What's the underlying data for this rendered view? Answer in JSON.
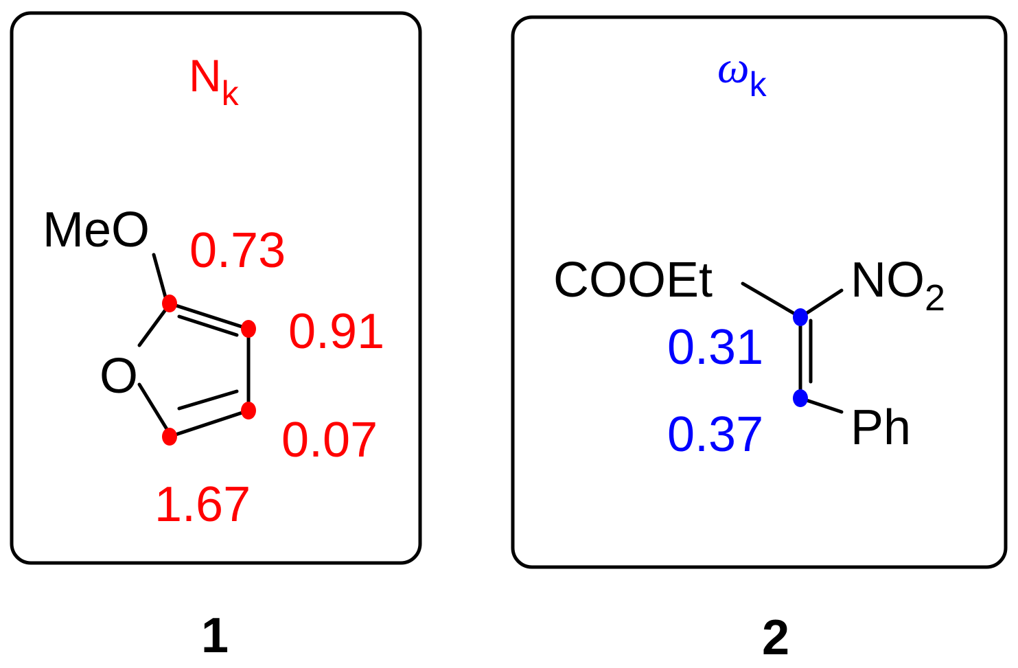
{
  "colors": {
    "nucleophile": "#ff0000",
    "electrophile": "#0000ff",
    "structure": "#000000"
  },
  "panel1": {
    "index_symbol": "N",
    "index_subscript": "k",
    "substituent": "MeO",
    "ring_oxygen": "O",
    "values": {
      "c2": "0.73",
      "c3": "0.91",
      "c4": "0.07",
      "c5": "1.67"
    },
    "compound_number": "1"
  },
  "panel2": {
    "index_symbol": "ω",
    "index_subscript": "k",
    "substituent_left": "COOEt",
    "substituent_right": "NO",
    "substituent_right_subscript": "2",
    "substituent_bottom": "Ph",
    "values": {
      "c_alpha": "0.31",
      "c_beta": "0.37"
    },
    "compound_number": "2"
  }
}
